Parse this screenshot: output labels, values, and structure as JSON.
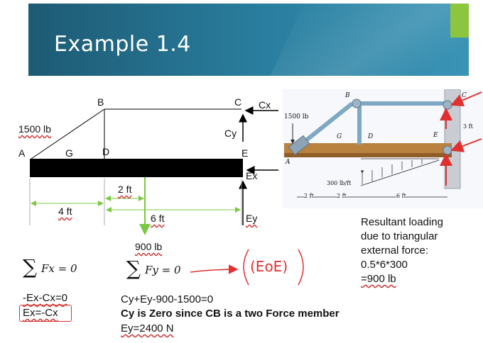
{
  "slide": {
    "title": "Example 1.4",
    "colors": {
      "header": "#2a7fa0",
      "accent": "#8cc63f",
      "ink_red": "#e03030"
    }
  },
  "diagram": {
    "points": {
      "A": "A",
      "B": "B",
      "C": "C",
      "D": "D",
      "E": "E",
      "G": "G"
    },
    "load_point": "1500 lb",
    "forces": {
      "cx": "Cx",
      "cy": "Cy",
      "ex": "Ex",
      "ey": "Ey"
    },
    "dimensions": {
      "d1": "2 ft",
      "d2": "4 ft",
      "d3": "6 ft"
    },
    "resultant": "900 lb"
  },
  "photo": {
    "load": "1500 lb",
    "distributed": "300 lb/ft",
    "labels": {
      "A": "A",
      "B": "B",
      "C": "C",
      "D": "D",
      "E": "E",
      "G": "G"
    },
    "height": "3 ft",
    "dims": {
      "a": "2 ft",
      "b": "2 ft",
      "c": "6 ft"
    }
  },
  "notes": {
    "resultant_lines": [
      "Resultant loading",
      "due to triangular",
      "external force:",
      "0.5*6*300",
      "=900 lb"
    ],
    "sum_fx": "Fx = 0",
    "sum_fy": "Fy = 0",
    "eoe": "(EoE)",
    "fx_eq1": "-Ex-Cx=0",
    "fx_eq2": "Ex=-Cx",
    "fy_eq1": "Cy+Ey-900-1500=0",
    "fy_eq2": "Cy is Zero since CB is a two Force member",
    "fy_eq3": "Ey=2400 N"
  }
}
